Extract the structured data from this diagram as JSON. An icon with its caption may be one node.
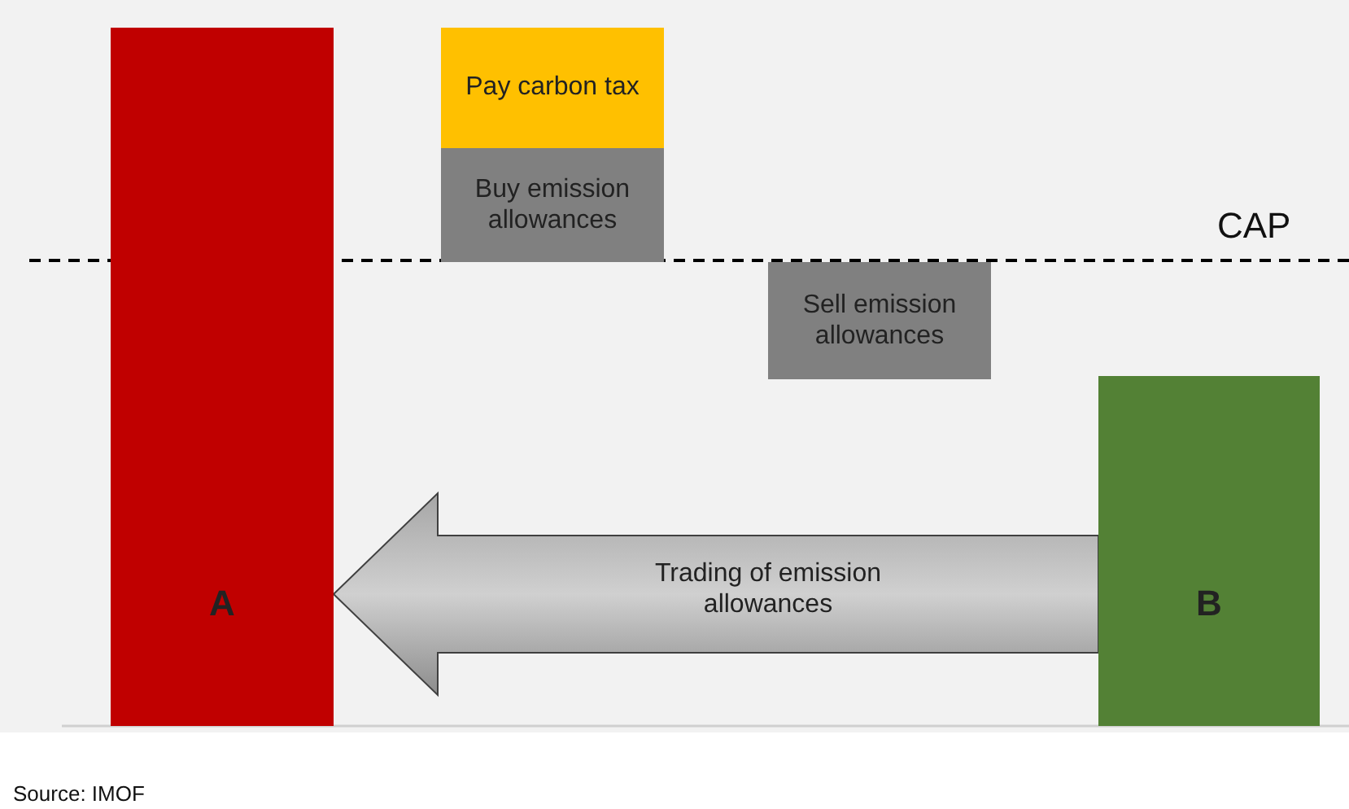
{
  "diagram": {
    "nodes": [
      {
        "text": [
          "A"
        ]
      },
      {
        "text": [
          "Pay carbon tax"
        ]
      },
      {
        "text": [
          "Buy emission allowances"
        ]
      },
      {
        "text": [
          "Sell emission allowances"
        ]
      },
      {
        "text": [
          "B"
        ]
      }
    ],
    "edges": [
      {
        "from": 4,
        "to": 0,
        "arrow": "to",
        "label": "Trading of emission allowances"
      }
    ],
    "labels": [
      "CAP",
      "Source: IMOF"
    ]
  }
}
